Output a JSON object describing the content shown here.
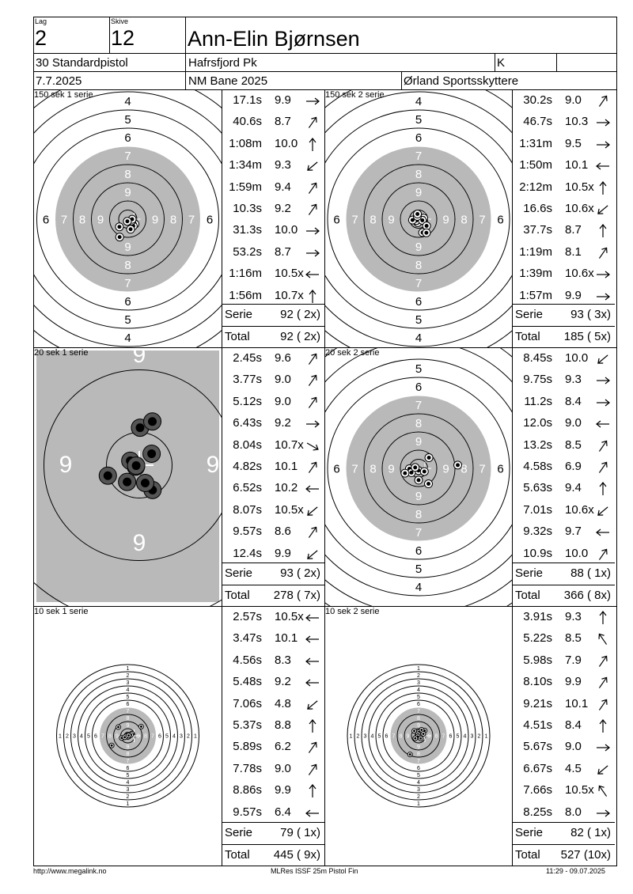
{
  "header": {
    "lag_label": "Lag",
    "lag": "2",
    "skive_label": "Skive",
    "skive": "12",
    "name": "Ann-Elin Bjørnsen",
    "discipline": "30 Standardpistol",
    "club": "Hafrsfjord Pk",
    "class": "K",
    "date": "7.7.2025",
    "event": "NM Bane 2025",
    "range": "Ørland Sportsskyttere"
  },
  "panels": [
    {
      "title": "150 sek 1 serie",
      "target": "large",
      "shots": [
        {
          "time": "17.1s",
          "score": "9.9",
          "dir": "right"
        },
        {
          "time": "40.6s",
          "score": "8.7",
          "dir": "up-right"
        },
        {
          "time": "1:08m",
          "score": "10.0",
          "dir": "up"
        },
        {
          "time": "1:34m",
          "score": "9.3",
          "dir": "down-left"
        },
        {
          "time": "1:59m",
          "score": "9.4",
          "dir": "up-right"
        },
        {
          "time": "10.3s",
          "score": "9.2",
          "dir": "up-right"
        },
        {
          "time": "31.3s",
          "score": "10.0",
          "dir": "right"
        },
        {
          "time": "53.2s",
          "score": "8.7",
          "dir": "right"
        },
        {
          "time": "1:16m",
          "score": "10.5x",
          "dir": "left"
        },
        {
          "time": "1:56m",
          "score": "10.7x",
          "dir": "up"
        }
      ],
      "serie_label": "Serie",
      "serie": "92 ( 2x)",
      "total_label": "Total",
      "total": "92 ( 2x)",
      "hits": [
        [
          0.14,
          0.5
        ],
        [
          0.14,
          0.68
        ],
        [
          0.2,
          0.6
        ],
        [
          0.2,
          0.9
        ],
        [
          0.1,
          0.42
        ],
        [
          0.1,
          0.03
        ],
        [
          0.05,
          1.78
        ],
        [
          0.45,
          2.0
        ],
        [
          0.24,
          1.3
        ],
        [
          0.26,
          2.4
        ]
      ]
    },
    {
      "title": "150 sek 2 serie",
      "target": "large",
      "shots": [
        {
          "time": "30.2s",
          "score": "9.0",
          "dir": "up-right"
        },
        {
          "time": "46.7s",
          "score": "10.3",
          "dir": "right"
        },
        {
          "time": "1:31m",
          "score": "9.5",
          "dir": "right"
        },
        {
          "time": "1:50m",
          "score": "10.1",
          "dir": "left"
        },
        {
          "time": "2:12m",
          "score": "10.5x",
          "dir": "up"
        },
        {
          "time": "16.6s",
          "score": "10.6x",
          "dir": "down-left"
        },
        {
          "time": "37.7s",
          "score": "8.7",
          "dir": "up"
        },
        {
          "time": "1:19m",
          "score": "8.1",
          "dir": "up-right"
        },
        {
          "time": "1:39m",
          "score": "10.6x",
          "dir": "right"
        },
        {
          "time": "1:57m",
          "score": "9.9",
          "dir": "right"
        }
      ],
      "serie_label": "Serie",
      "serie": "93 ( 3x)",
      "total_label": "Total",
      "total": "185 ( 5x)",
      "hits": [
        [
          0.08,
          1.8
        ],
        [
          0.06,
          2.6
        ],
        [
          0.12,
          -0.2
        ],
        [
          0.09,
          0.3
        ],
        [
          0.24,
          0.7
        ],
        [
          0.14,
          3.0
        ],
        [
          0.32,
          1.28
        ],
        [
          0.36,
          1.05
        ],
        [
          0.07,
          4.3
        ],
        [
          0.12,
          4.5
        ]
      ]
    },
    {
      "title": "20 sek 1 serie",
      "target": "zoom",
      "shots": [
        {
          "time": "2.45s",
          "score": "9.6",
          "dir": "up-right"
        },
        {
          "time": "3.77s",
          "score": "9.0",
          "dir": "up-right"
        },
        {
          "time": "5.12s",
          "score": "9.0",
          "dir": "up-right"
        },
        {
          "time": "6.43s",
          "score": "9.2",
          "dir": "right"
        },
        {
          "time": "8.04s",
          "score": "10.7x",
          "dir": "down-right"
        },
        {
          "time": "4.82s",
          "score": "10.1",
          "dir": "up-right"
        },
        {
          "time": "6.52s",
          "score": "10.2",
          "dir": "left"
        },
        {
          "time": "8.07s",
          "score": "10.5x",
          "dir": "down-left"
        },
        {
          "time": "9.57s",
          "score": "8.6",
          "dir": "up-right"
        },
        {
          "time": "12.4s",
          "score": "9.9",
          "dir": "down-left"
        }
      ],
      "serie_label": "Serie",
      "serie": "93 ( 2x)",
      "total_label": "Total",
      "total": "278 ( 7x)",
      "hits": [
        [
          0.27,
          -0.75
        ],
        [
          0.06,
          2.7
        ],
        [
          0.16,
          3.6
        ],
        [
          0.6,
          -1.55
        ],
        [
          0.45,
          1.08
        ],
        [
          0.05,
          3.0
        ],
        [
          0.33,
          2.2
        ],
        [
          0.53,
          2.82
        ],
        [
          0.73,
          -1.28
        ],
        [
          0.3,
          1.25
        ]
      ]
    },
    {
      "title": "20 sek 2 serie",
      "target": "large",
      "shots": [
        {
          "time": "8.45s",
          "score": "10.0",
          "dir": "down-left"
        },
        {
          "time": "9.75s",
          "score": "9.3",
          "dir": "right"
        },
        {
          "time": "11.2s",
          "score": "8.4",
          "dir": "right"
        },
        {
          "time": "12.0s",
          "score": "9.0",
          "dir": "left"
        },
        {
          "time": "13.2s",
          "score": "8.5",
          "dir": "up-right"
        },
        {
          "time": "4.58s",
          "score": "6.9",
          "dir": "up-right"
        },
        {
          "time": "5.63s",
          "score": "9.4",
          "dir": "up"
        },
        {
          "time": "7.01s",
          "score": "10.6x",
          "dir": "down-left"
        },
        {
          "time": "9.32s",
          "score": "9.7",
          "dir": "left"
        },
        {
          "time": "10.9s",
          "score": "10.0",
          "dir": "up-right"
        }
      ],
      "serie_label": "Serie",
      "serie": "88 ( 1x)",
      "total_label": "Total",
      "total": "366 ( 8x)",
      "hits": [
        [
          0.05,
          1.6
        ],
        [
          0.27,
          1.57
        ],
        [
          0.34,
          -0.8
        ],
        [
          0.21,
          3.1
        ],
        [
          0.42,
          1.0
        ],
        [
          0.9,
          6.2
        ],
        [
          0.19,
          2.6
        ],
        [
          0.08,
          3.4
        ],
        [
          0.15,
          0.5
        ],
        [
          0.33,
          2.8
        ]
      ]
    },
    {
      "title": "10 sek 1 serie",
      "target": "small",
      "shots": [
        {
          "time": "2.57s",
          "score": "10.5x",
          "dir": "left"
        },
        {
          "time": "3.47s",
          "score": "10.1",
          "dir": "left"
        },
        {
          "time": "4.56s",
          "score": "8.3",
          "dir": "left"
        },
        {
          "time": "5.48s",
          "score": "9.2",
          "dir": "left"
        },
        {
          "time": "7.06s",
          "score": "4.8",
          "dir": "down-left"
        },
        {
          "time": "5.37s",
          "score": "8.8",
          "dir": "up"
        },
        {
          "time": "5.89s",
          "score": "6.2",
          "dir": "up-right"
        },
        {
          "time": "7.78s",
          "score": "9.0",
          "dir": "up-right"
        },
        {
          "time": "8.86s",
          "score": "9.9",
          "dir": "up"
        },
        {
          "time": "9.57s",
          "score": "6.4",
          "dir": "left"
        }
      ],
      "serie_label": "Serie",
      "serie": "79 ( 1x)",
      "total_label": "Total",
      "total": "445 ( 9x)",
      "hits": [
        [
          0.05,
          3.2
        ],
        [
          0.1,
          3.0
        ],
        [
          0.38,
          2.8
        ],
        [
          0.2,
          2.7
        ],
        [
          1.1,
          2.6
        ],
        [
          0.27,
          -0.5
        ],
        [
          0.95,
          -0.6
        ],
        [
          0.2,
          -0.3
        ],
        [
          0.05,
          -0.2
        ],
        [
          0.75,
          -2.4
        ]
      ]
    },
    {
      "title": "10 sek 2 serie",
      "target": "small",
      "shots": [
        {
          "time": "3.91s",
          "score": "9.3",
          "dir": "up"
        },
        {
          "time": "5.22s",
          "score": "8.5",
          "dir": "up-left"
        },
        {
          "time": "5.98s",
          "score": "7.9",
          "dir": "up-right"
        },
        {
          "time": "8.10s",
          "score": "9.9",
          "dir": "up-right"
        },
        {
          "time": "9.21s",
          "score": "10.1",
          "dir": "up-right"
        },
        {
          "time": "4.51s",
          "score": "8.4",
          "dir": "up"
        },
        {
          "time": "5.67s",
          "score": "9.0",
          "dir": "right"
        },
        {
          "time": "6.67s",
          "score": "4.5",
          "dir": "down-left"
        },
        {
          "time": "7.66s",
          "score": "10.5x",
          "dir": "up-left"
        },
        {
          "time": "8.25s",
          "score": "8.0",
          "dir": "right"
        }
      ],
      "serie_label": "Serie",
      "serie": "82 ( 1x)",
      "total_label": "Total",
      "total": "527 (10x)",
      "hits": [
        [
          0.22,
          -1.5
        ],
        [
          0.38,
          -2.3
        ],
        [
          0.47,
          -0.7
        ],
        [
          0.1,
          -1.9
        ],
        [
          0.06,
          2.4
        ],
        [
          0.39,
          -1.1
        ],
        [
          0.24,
          2.5
        ],
        [
          1.2,
          2.0
        ],
        [
          0.2,
          0.9
        ],
        [
          0.3,
          -0.4
        ]
      ]
    }
  ],
  "footer": {
    "left": "http://www.megalink.no",
    "center": "MLRes ISSF 25m Pistol Fin",
    "right": "11:29 - 09.07.2025"
  }
}
